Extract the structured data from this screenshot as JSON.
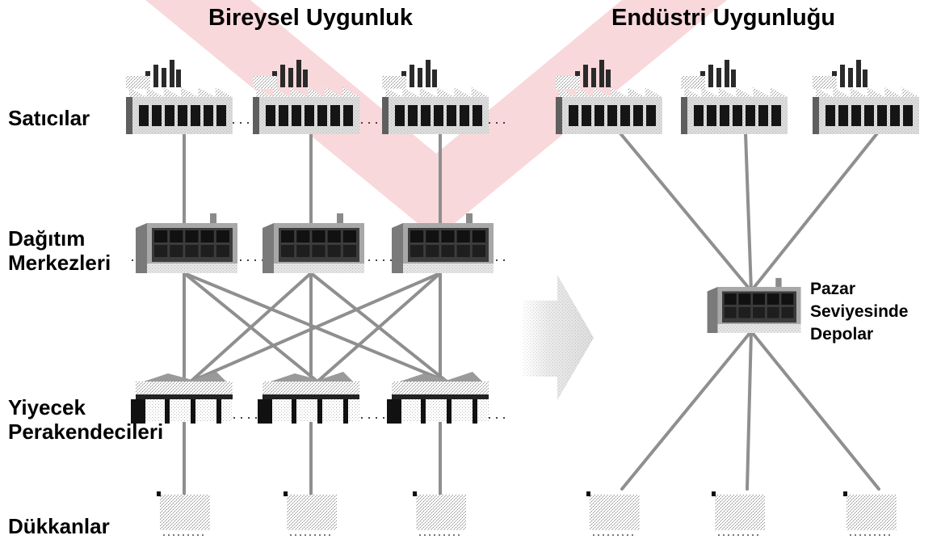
{
  "titles": {
    "left": "Bireysel Uygunluk",
    "right": "Endüstri Uygunluğu"
  },
  "row_labels": {
    "vendors": "Satıcılar",
    "distribution_centers": [
      "Dağıtım",
      "Merkezleri"
    ],
    "food_retailers": [
      "Yiyecek",
      "Perakendecileri"
    ],
    "stores": "Dükkanlar"
  },
  "warehouse_label": [
    "Pazar",
    "Seviyesinde",
    "Depolar"
  ],
  "colors": {
    "watermark": "#f4c2c6",
    "line": "#8f8f8f",
    "building_dark": "#1a1a1a",
    "building_mid": "#6f6f6f",
    "building_light": "#b8b8b8",
    "arrow": "#c8c8c8"
  }
}
